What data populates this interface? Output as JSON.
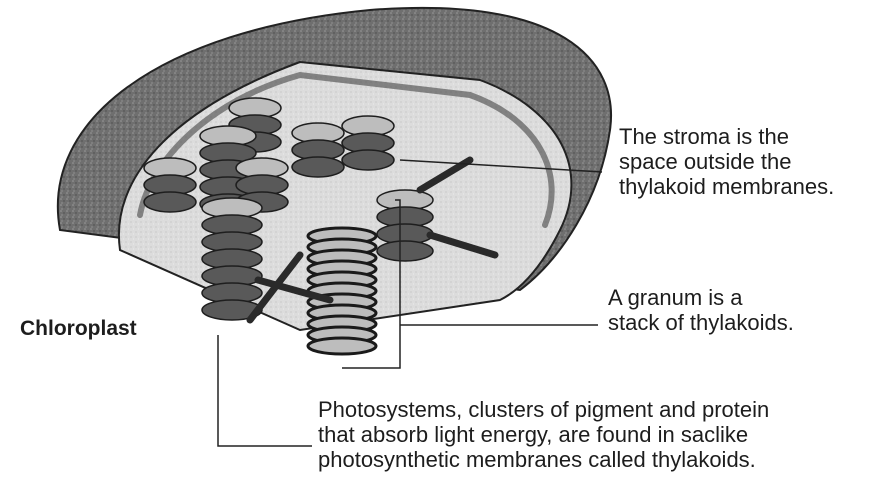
{
  "diagram": {
    "title": "Chloroplast",
    "callouts": {
      "stroma": "The stroma is the\nspace outside the\nthylakoid membranes.",
      "granum": "A granum is a\nstack of thylakoids.",
      "photosystems": "Photosystems, clusters of pigment and protein\nthat absorb light energy, are found in saclike\nphotosynthetic membranes called thylakoids."
    }
  },
  "colors": {
    "outer_shell": "#7a7a7a",
    "inner_space": "#e4e4e4",
    "granum_dark": "#595959",
    "granum_light": "#bdbdbd",
    "line": "#1a1a1a"
  }
}
